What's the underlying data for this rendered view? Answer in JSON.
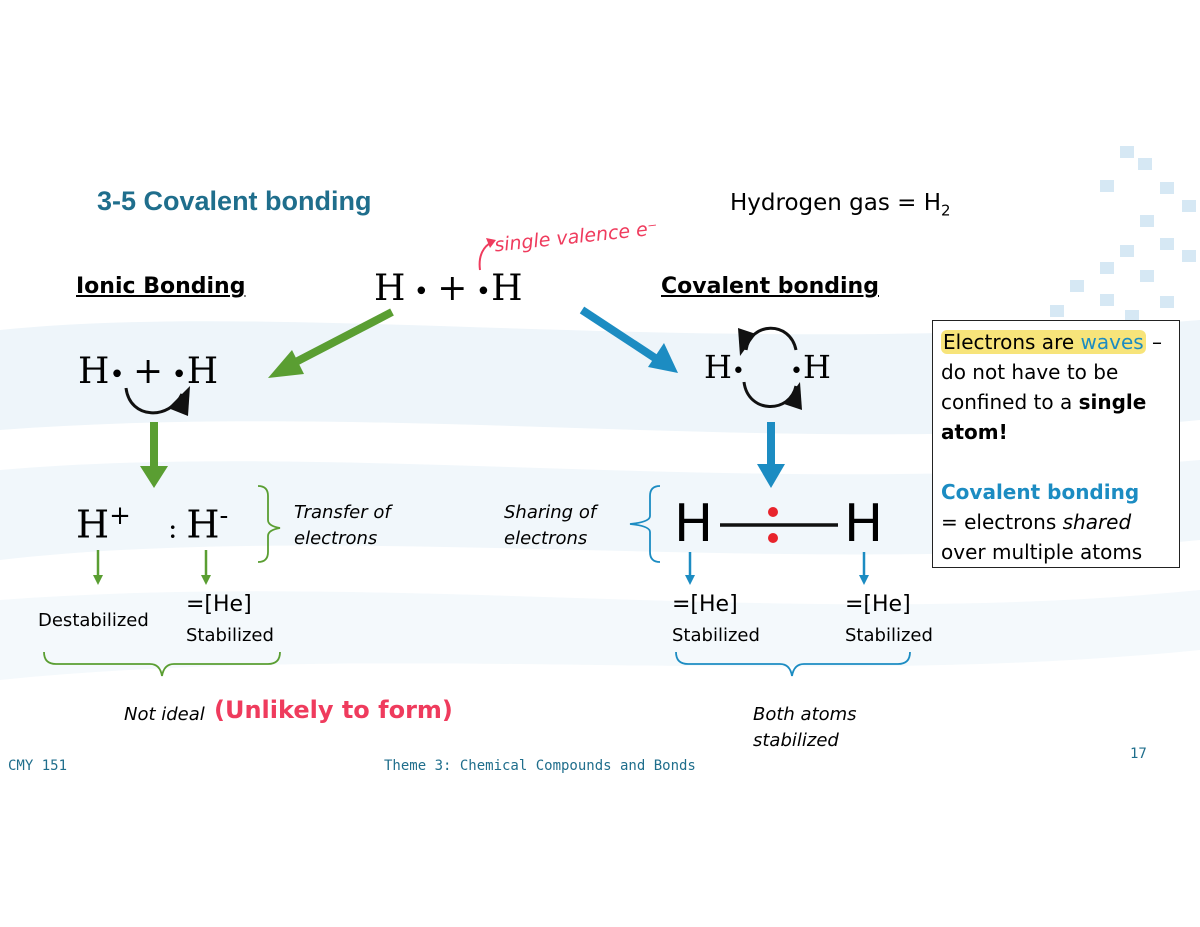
{
  "title": "3-5 Covalent bonding",
  "hydrogen_gas": {
    "text": "Hydrogen gas = H",
    "sub": "2"
  },
  "annotation_single_valence": "single valence e⁻",
  "top_equation": {
    "left": "H",
    "plus": "+",
    "right": "H"
  },
  "ionic": {
    "heading": "Ionic Bonding",
    "equation": {
      "left": "H",
      "plus": "+",
      "right": "H"
    },
    "products": {
      "h_plus": "H",
      "plus_sup": "+",
      "h_minus": "H",
      "minus_sup": "-"
    },
    "transfer": [
      "Transfer of",
      "electrons"
    ],
    "destabilized": "Destabilized",
    "he_config": "=[He]",
    "stabilized": "Stabilized",
    "not_ideal": "Not ideal",
    "unlikely": "(Unlikely to form)"
  },
  "covalent": {
    "heading": "Covalent bonding",
    "equation": {
      "left": "H",
      "right": "H"
    },
    "product": {
      "left": "H",
      "right": "H"
    },
    "sharing": [
      "Sharing of",
      "electrons"
    ],
    "left_he": "=[He]",
    "left_stabilized": "Stabilized",
    "right_he": "=[He]",
    "right_stabilized": "Stabilized",
    "both": [
      "Both atoms",
      "stabilized"
    ]
  },
  "info_box": {
    "line1_a": "Electrons are ",
    "line1_b": "waves",
    "line1_c": " –",
    "line2": "do not have to be",
    "line3_a": "confined to a ",
    "line3_b": "single",
    "line4": "atom!",
    "cov_heading": "Covalent bonding",
    "line6_a": "= electrons ",
    "line6_b": "shared",
    "line7": "over multiple atoms"
  },
  "footer": {
    "course": "CMY 151",
    "theme": "Theme 3: Chemical Compounds and Bonds",
    "page": "17"
  },
  "colors": {
    "green": "#5a9e32",
    "blue": "#1c8cc2",
    "title": "#1f6e8c",
    "red": "#ef3b5d",
    "highlight": "#f7e47a"
  }
}
